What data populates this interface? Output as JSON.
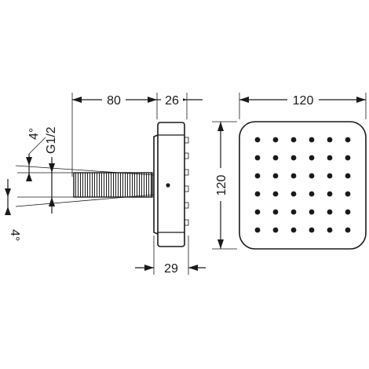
{
  "drawing": {
    "dimensions": {
      "arm_length": "80",
      "head_depth_top": "26",
      "head_depth_bottom": "29",
      "head_width": "120",
      "head_height": "120",
      "thread": "G1/2",
      "angle_top": "4°",
      "angle_bottom": "4°"
    },
    "nozzle_grid": {
      "rows": 6,
      "cols": 6
    }
  }
}
